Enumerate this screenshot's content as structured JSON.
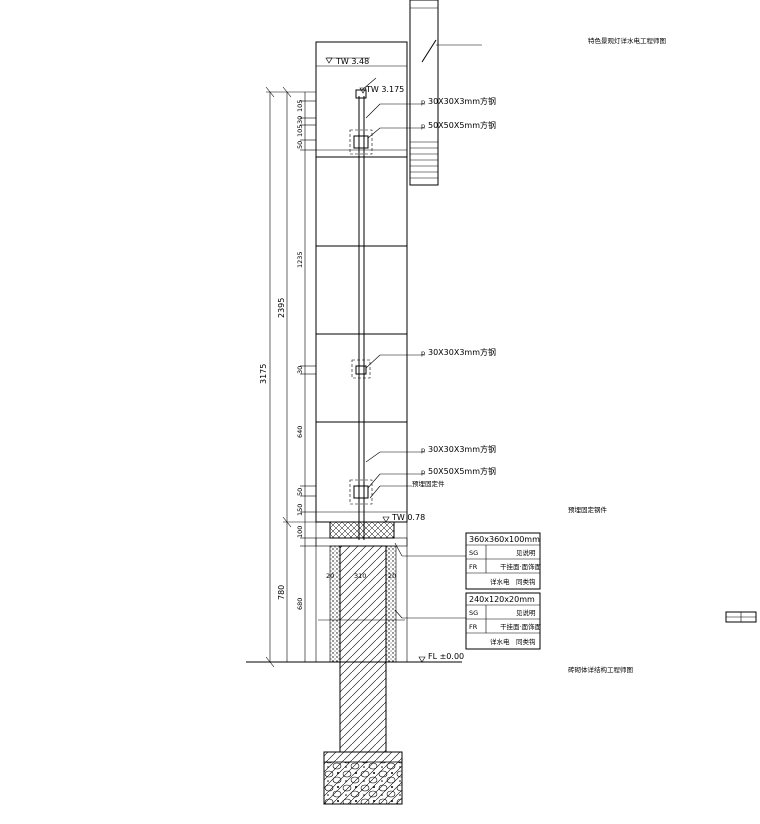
{
  "notes": {
    "top_right": "特色景观灯详水电工程师图",
    "mid_right": "预埋固定钢件",
    "bottom_right": "砖砌体详结构工程师图"
  },
  "levels": {
    "tw_top": "TW 3.48",
    "tw_inner": "TW 3.175",
    "tw_low": "TW 0.78",
    "fl": "FL ±0.00"
  },
  "dimensions": {
    "total": "3175",
    "mid": "2395",
    "d1": "105",
    "d2": "30",
    "d3": "105",
    "d4": "50",
    "d5": "1235",
    "d6": "30",
    "d7": "640",
    "d8": "50",
    "d9": "150",
    "d10": "100",
    "d11": "780",
    "d12": "680",
    "w1": "20",
    "w2": "310",
    "w3": "20"
  },
  "callouts": {
    "c1": "30X30X3mm方钢",
    "c2": "50X50X5mm方钢",
    "c3": "30X30X3mm方钢",
    "c4": "30X30X3mm方钢",
    "c5": "50X50X5mm方钢",
    "c6": "预埋固定件"
  },
  "markers": {
    "m1": "p",
    "m2": "p",
    "m3": "p",
    "m4": "p",
    "m5": "p"
  },
  "legend1": {
    "header": "360x360x100mm",
    "row1_code": "SG",
    "row1_text": "见说明",
    "row2_code": "FR",
    "row2_text": "干挂面·面饰面",
    "row3_a": "详水电",
    "row3_b": "同类钩"
  },
  "legend2": {
    "header": "240x120x20mm",
    "row1_code": "SG",
    "row1_text": "见说明",
    "row2_code": "FR",
    "row2_text": "干挂面·面饰面",
    "row3_a": "详水电",
    "row3_b": "同类钩"
  }
}
